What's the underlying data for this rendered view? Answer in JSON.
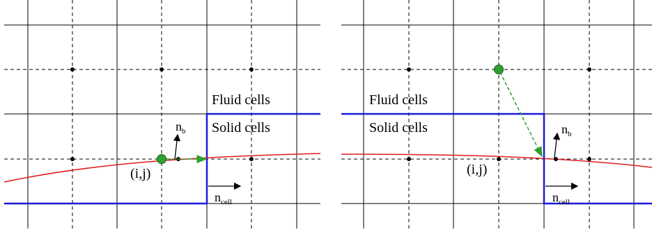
{
  "panels": [
    {
      "id": "left",
      "fluid_label": "Fluid cells",
      "solid_label": "Solid cells",
      "index_label": "(i,j)",
      "normal_boundary": {
        "base": "n",
        "sub": "b"
      },
      "normal_cell": {
        "base": "n",
        "sub": "cell"
      }
    },
    {
      "id": "right",
      "fluid_label": "Fluid cells",
      "solid_label": "Solid cells",
      "index_label": "(i,j)",
      "normal_boundary": {
        "base": "n",
        "sub": "b"
      },
      "normal_cell": {
        "base": "n",
        "sub": "cell"
      }
    }
  ],
  "colors": {
    "grid": "#000000",
    "cell_boundary": "#1a1adb",
    "interface_curve": "#e0191b",
    "point_fill": "#2ea12e",
    "arrow": "#2ea12e",
    "node": "#000000"
  }
}
